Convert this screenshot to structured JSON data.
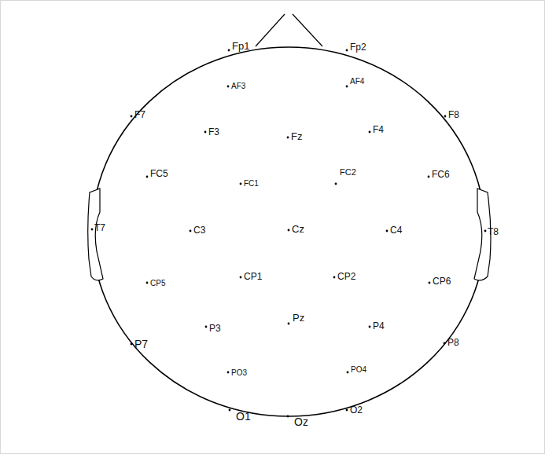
{
  "diagram": {
    "labels": [
      "Fp1",
      "Fp2",
      "AF3",
      "AF4",
      "F7",
      "F3",
      "Fz",
      "F4",
      "F8",
      "FC5",
      "FC1",
      "FC2",
      "FC6",
      "T7",
      "C3",
      "Cz",
      "C4",
      "T8",
      "CP5",
      "CP1",
      "CP2",
      "CP6",
      "P3",
      "Pz",
      "P4",
      "P7",
      "P8",
      "PO3",
      "PO4",
      "O1",
      "Oz",
      "O2"
    ]
  }
}
